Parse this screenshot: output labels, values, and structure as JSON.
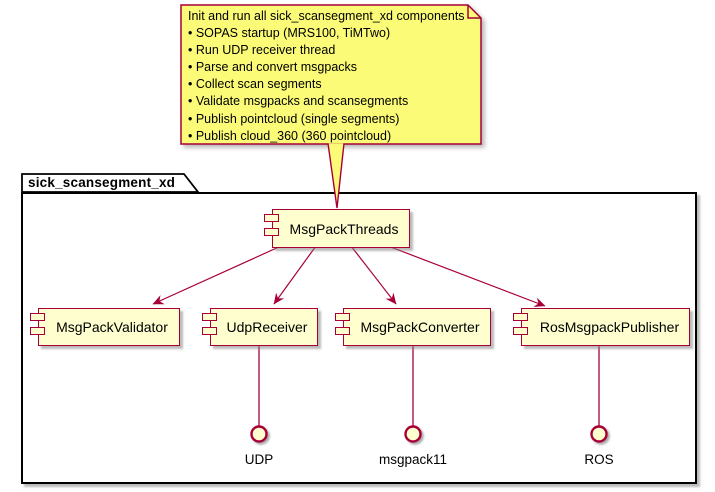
{
  "diagram_type": "plantuml-component-diagram",
  "note": {
    "title": "Init and run all sick_scansegment_xd components",
    "items": [
      "• SOPAS startup (MRS100, TiMTwo)",
      "• Run UDP receiver thread",
      "• Parse and convert msgpacks",
      "• Collect scan segments",
      "• Validate msgpacks and scansegments",
      "• Publish pointcloud (single segments)",
      "• Publish cloud_360 (360 pointcloud)"
    ],
    "attached_to": "MsgPackThreads"
  },
  "package": {
    "title": "sick_scansegment_xd"
  },
  "components": {
    "main": {
      "label": "MsgPackThreads"
    },
    "children": [
      {
        "label": "MsgPackValidator"
      },
      {
        "label": "UdpReceiver"
      },
      {
        "label": "MsgPackConverter"
      },
      {
        "label": "RosMsgpackPublisher"
      }
    ]
  },
  "interfaces": [
    {
      "label": "UDP"
    },
    {
      "label": "msgpack11"
    },
    {
      "label": "ROS"
    }
  ],
  "edges": [
    {
      "from": "MsgPackThreads",
      "to": "MsgPackValidator",
      "style": "arrow"
    },
    {
      "from": "MsgPackThreads",
      "to": "UdpReceiver",
      "style": "arrow"
    },
    {
      "from": "MsgPackThreads",
      "to": "MsgPackConverter",
      "style": "arrow"
    },
    {
      "from": "MsgPackThreads",
      "to": "RosMsgpackPublisher",
      "style": "arrow"
    },
    {
      "from": "UdpReceiver",
      "to": "UDP",
      "style": "line"
    },
    {
      "from": "MsgPackConverter",
      "to": "msgpack11",
      "style": "line"
    },
    {
      "from": "RosMsgpackPublisher",
      "to": "ROS",
      "style": "line"
    }
  ],
  "colors": {
    "border": "#A80036",
    "component_fill": "#FEFECE",
    "note_fill": "#FBFB77",
    "frame_border": "#000000",
    "background": "#FFFFFF"
  }
}
